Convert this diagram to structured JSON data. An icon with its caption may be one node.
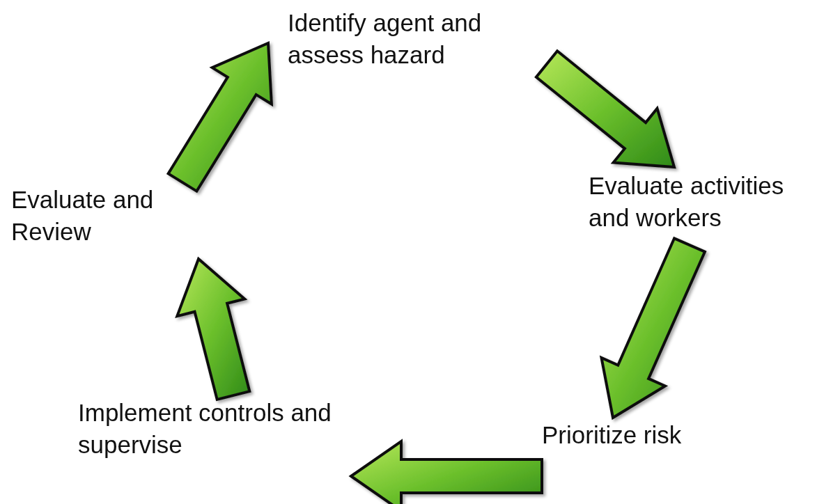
{
  "diagram": {
    "nodes": [
      {
        "text": [
          "Identify agent and assess hazard"
        ]
      },
      {
        "text": [
          "Evaluate activities and workers"
        ]
      },
      {
        "text": [
          "Prioritize risk"
        ]
      },
      {
        "text": [
          "Implement controls and supervise"
        ]
      },
      {
        "text": [
          "Evaluate and Review"
        ]
      }
    ],
    "edges": [
      {
        "from": 0,
        "to": 1,
        "arrow": "to"
      },
      {
        "from": 1,
        "to": 2,
        "arrow": "to"
      },
      {
        "from": 2,
        "to": 3,
        "arrow": "to"
      },
      {
        "from": 3,
        "to": 4,
        "arrow": "to"
      },
      {
        "from": 4,
        "to": 0,
        "arrow": "to"
      }
    ]
  }
}
